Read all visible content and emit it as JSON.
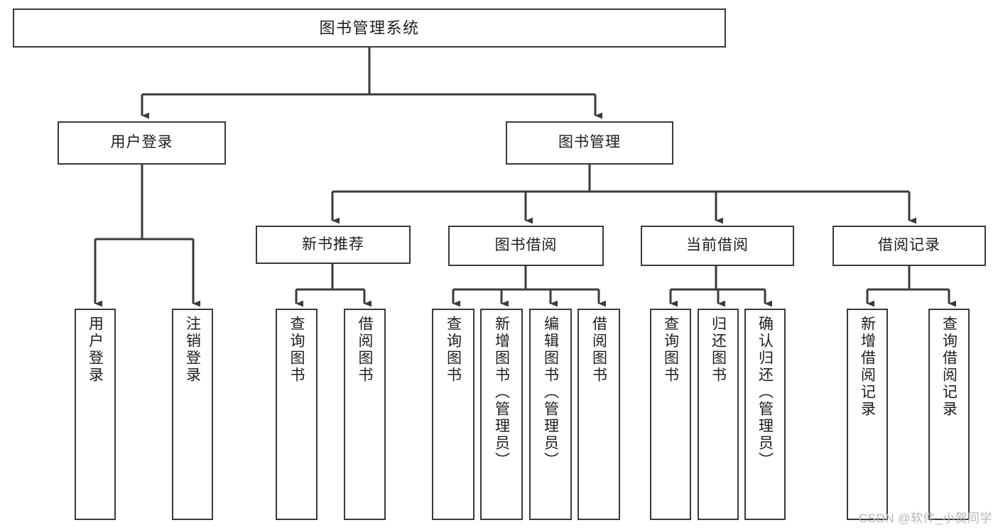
{
  "diagram": {
    "title": "图书管理系统",
    "type": "hierarchy-tree",
    "orientation": "top-down",
    "edge_color": "#3a3a3a",
    "node_border_color": "#3a3a3a",
    "node_fill_color": "#ffffff",
    "text_color": "#1d1d1d"
  },
  "nodes": {
    "root": {
      "label": "图书管理系统",
      "level": 0
    },
    "user_login": {
      "label": "用户登录",
      "level": 1
    },
    "book_manage": {
      "label": "图书管理",
      "level": 1
    },
    "new_book_rec": {
      "label": "新书推荐",
      "level": 2
    },
    "book_borrow": {
      "label": "图书借阅",
      "level": 2
    },
    "current_borrow": {
      "label": "当前借阅",
      "level": 2
    },
    "borrow_record": {
      "label": "借阅记录",
      "level": 2
    },
    "leaf_user_login": {
      "label": "用户登录",
      "level": 3,
      "parent": "user_login"
    },
    "leaf_logout": {
      "label": "注销登录",
      "level": 3,
      "parent": "user_login"
    },
    "leaf_query_book_1": {
      "label": "查询图书",
      "level": 3,
      "parent": "new_book_rec"
    },
    "leaf_borrow_book_1": {
      "label": "借阅图书",
      "level": 3,
      "parent": "new_book_rec"
    },
    "leaf_query_book_2": {
      "label": "查询图书",
      "level": 3,
      "parent": "book_borrow"
    },
    "leaf_add_book": {
      "label": "新增图书（管理员）",
      "level": 3,
      "parent": "book_borrow"
    },
    "leaf_edit_book": {
      "label": "编辑图书（管理员）",
      "level": 3,
      "parent": "book_borrow"
    },
    "leaf_borrow_book_2": {
      "label": "借阅图书",
      "level": 3,
      "parent": "book_borrow"
    },
    "leaf_query_book_3": {
      "label": "查询图书",
      "level": 3,
      "parent": "current_borrow"
    },
    "leaf_return_book": {
      "label": "归还图书",
      "level": 3,
      "parent": "current_borrow"
    },
    "leaf_confirm_return": {
      "label": "确认归还（管理员）",
      "level": 3,
      "parent": "current_borrow"
    },
    "leaf_add_record": {
      "label": "新增借阅记录",
      "level": 3,
      "parent": "borrow_record"
    },
    "leaf_query_record": {
      "label": "查询借阅记录",
      "level": 3,
      "parent": "borrow_record"
    }
  },
  "watermark": {
    "text": "CSDN @软件_小贺同学"
  }
}
